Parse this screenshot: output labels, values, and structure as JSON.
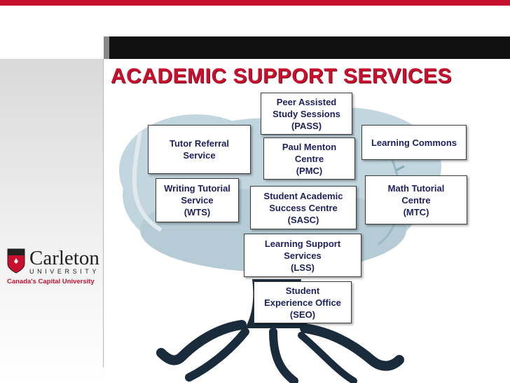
{
  "slide": {
    "title": "ACADEMIC SUPPORT SERVICES"
  },
  "logo": {
    "name": "Carleton",
    "university": "UNIVERSITY",
    "tagline": "Canada's Capital University"
  },
  "services": [
    {
      "id": "pass",
      "label": "Peer Assisted\nStudy Sessions\n(PASS)"
    },
    {
      "id": "tutor-referral",
      "label": "Tutor Referral\nService"
    },
    {
      "id": "pmc",
      "label": "Paul Menton\nCentre\n(PMC)"
    },
    {
      "id": "learning-commons",
      "label": "Learning Commons"
    },
    {
      "id": "wts",
      "label": "Writing Tutorial\nService\n(WTS)"
    },
    {
      "id": "sasc",
      "label": "Student Academic\nSuccess Centre\n(SASC)"
    },
    {
      "id": "mtc",
      "label": "Math Tutorial\nCentre\n(MTC)"
    },
    {
      "id": "lss",
      "label": "Learning Support\nServices\n(LSS)"
    },
    {
      "id": "seo",
      "label": "Student\nExperience Office\n(SEO)"
    }
  ],
  "colors": {
    "accent": "#c8102e",
    "box_text": "#1f1f5c",
    "tree_fill": "#b8cfd9",
    "trunk": "#1a2b3c"
  }
}
